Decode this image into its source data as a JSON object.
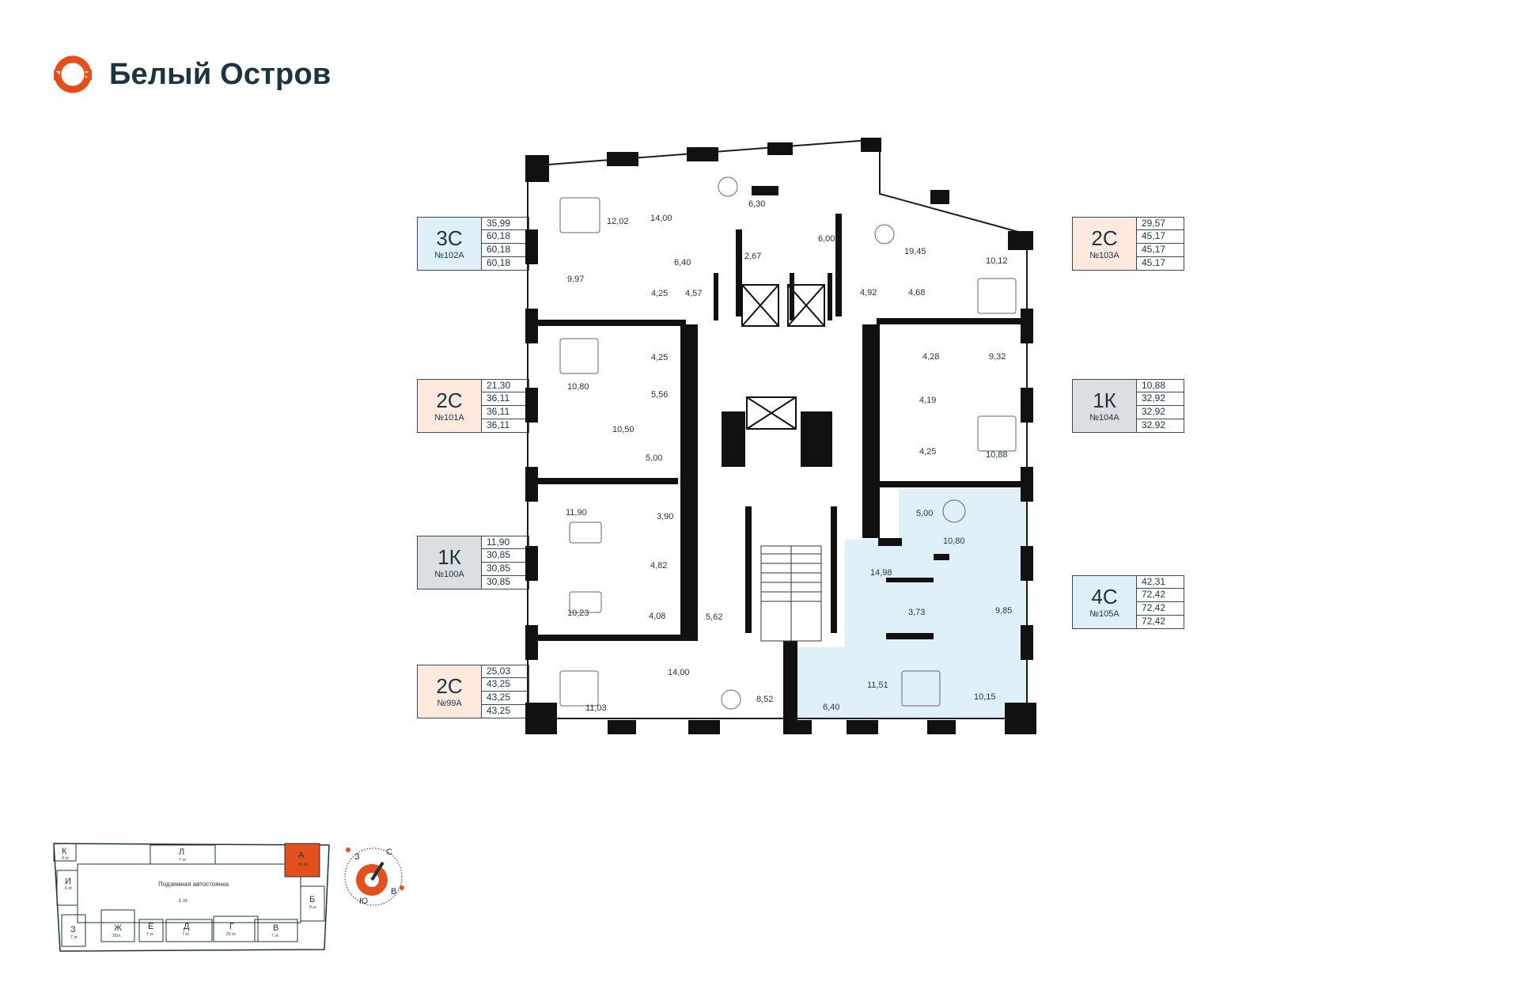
{
  "brand": {
    "name": "Белый Остров",
    "accent": "#e3501e",
    "dark": "#1c3340"
  },
  "apartments": [
    {
      "type": "3С",
      "number": "№102А",
      "values": [
        "35,99",
        "60,18",
        "60,18",
        "60,18"
      ]
    },
    {
      "type": "2С",
      "number": "№101А",
      "values": [
        "21,30",
        "36,11",
        "36,11",
        "36,11"
      ]
    },
    {
      "type": "1К",
      "number": "№100А",
      "values": [
        "11,90",
        "30,85",
        "30,85",
        "30,85"
      ]
    },
    {
      "type": "2С",
      "number": "№99А",
      "values": [
        "25,03",
        "43,25",
        "43,25",
        "43,25"
      ]
    },
    {
      "type": "2С",
      "number": "№103А",
      "values": [
        "29,57",
        "45,17",
        "45,17",
        "45,17"
      ]
    },
    {
      "type": "1К",
      "number": "№104А",
      "values": [
        "10,88",
        "32,92",
        "32,92",
        "32,92"
      ]
    },
    {
      "type": "4С",
      "number": "№105А",
      "values": [
        "42,31",
        "72,42",
        "72,42",
        "72,42"
      ]
    }
  ],
  "rooms": [
    "12,02",
    "14,00",
    "6,30",
    "6,00",
    "19,45",
    "10,12",
    "6,40",
    "2,67",
    "9,97",
    "4,25",
    "4,57",
    "4,92",
    "4,68",
    "4,25",
    "10,80",
    "5,56",
    "4,28",
    "9,32",
    "10,50",
    "5,00",
    "4,19",
    "4,25",
    "10,88",
    "11,90",
    "3,90",
    "5,00",
    "10,80",
    "4,82",
    "14,98",
    "10,23",
    "4,08",
    "5,62",
    "3,73",
    "9,85",
    "14,00",
    "8,52",
    "11,03",
    "6,40",
    "11,51",
    "10,15"
  ],
  "keymap": {
    "parking": "Подземная автостоянка",
    "parking_floors": "1 эт.",
    "sections": [
      {
        "letter": "К",
        "floors": "9 эт."
      },
      {
        "letter": "Л",
        "floors": "7 эт."
      },
      {
        "letter": "А",
        "floors": "20 эт."
      },
      {
        "letter": "И",
        "floors": "6 эт."
      },
      {
        "letter": "Б",
        "floors": "9 эт."
      },
      {
        "letter": "З",
        "floors": "7 эт."
      },
      {
        "letter": "Ж",
        "floors": "20эт."
      },
      {
        "letter": "Е",
        "floors": "7 эт."
      },
      {
        "letter": "Д",
        "floors": "7 эт."
      },
      {
        "letter": "Г",
        "floors": "20 эт."
      },
      {
        "letter": "В",
        "floors": "7 эт."
      }
    ]
  },
  "compass": {
    "n": "С",
    "s": "Ю",
    "e": "В",
    "w": "З"
  }
}
